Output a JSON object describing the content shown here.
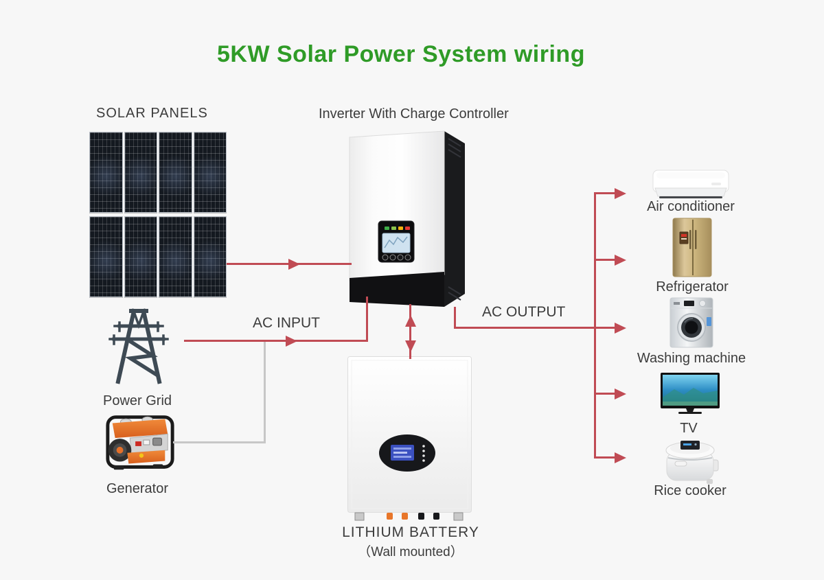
{
  "title": "5KW Solar Power System wiring",
  "labels": {
    "solar_panels": "SOLAR PANELS",
    "inverter": "Inverter With Charge Controller",
    "ac_input": "AC INPUT",
    "ac_output": "AC OUTPUT",
    "power_grid": "Power Grid",
    "generator": "Generator",
    "battery_line1": "LITHIUM BATTERY",
    "battery_line2": "（Wall mounted）"
  },
  "appliances": [
    {
      "name": "air-conditioner",
      "label": "Air conditioner"
    },
    {
      "name": "refrigerator",
      "label": "Refrigerator"
    },
    {
      "name": "washing-machine",
      "label": "Washing machine"
    },
    {
      "name": "tv",
      "label": "TV"
    },
    {
      "name": "rice-cooker",
      "label": "Rice cooker"
    }
  ],
  "colors": {
    "background": "#f7f7f7",
    "title_green": "#2f9b27",
    "wire_active": "#c04b54",
    "wire_inactive": "#c7c7c7",
    "text": "#3c3c3c"
  }
}
